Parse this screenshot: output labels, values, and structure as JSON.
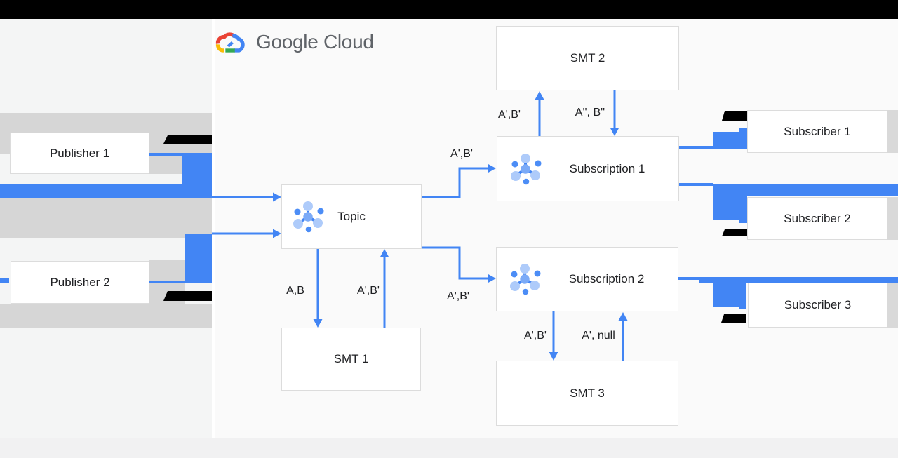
{
  "header": {
    "logo_text": "Google Cloud"
  },
  "icons": {
    "logo": "google-cloud-logo-icon",
    "node": "pubsub-topic-icon"
  },
  "colors": {
    "arrow_blue": "#4285F4",
    "icon_blue_light": "#AECBFA",
    "icon_blue_center": "#7BAAF7",
    "icon_blue_dot": "#4C8DF6",
    "stripe_gray": "#D6D6D6",
    "left_panel_gray": "#F4F5F5",
    "canvas_white": "#FAFAFA",
    "footer_gray": "#F1F1F2",
    "topbar_black": "#000000",
    "logo_text_gray": "#5F6368"
  },
  "diagram": {
    "nodes": {
      "publisher1": {
        "label": "Publisher 1"
      },
      "publisher2": {
        "label": "Publisher 2"
      },
      "topic": {
        "label": "Topic"
      },
      "smt1": {
        "label": "SMT 1"
      },
      "smt2": {
        "label": "SMT 2"
      },
      "smt3": {
        "label": "SMT 3"
      },
      "subscription1": {
        "label": "Subscription 1"
      },
      "subscription2": {
        "label": "Subscription 2"
      },
      "subscriber1": {
        "label": "Subscriber 1"
      },
      "subscriber2": {
        "label": "Subscriber 2"
      },
      "subscriber3": {
        "label": "Subscriber 3"
      }
    },
    "edge_labels": {
      "topic_to_smt1": "A,B",
      "smt1_to_topic": "A',B'",
      "topic_to_subscription1": "A',B'",
      "subscription1_to_smt2": "A',B'",
      "smt2_to_subscription1": "A'', B''",
      "topic_to_subscription2": "A',B'",
      "subscription2_to_smt3": "A',B'",
      "smt3_to_subscription2": "A', null"
    }
  }
}
